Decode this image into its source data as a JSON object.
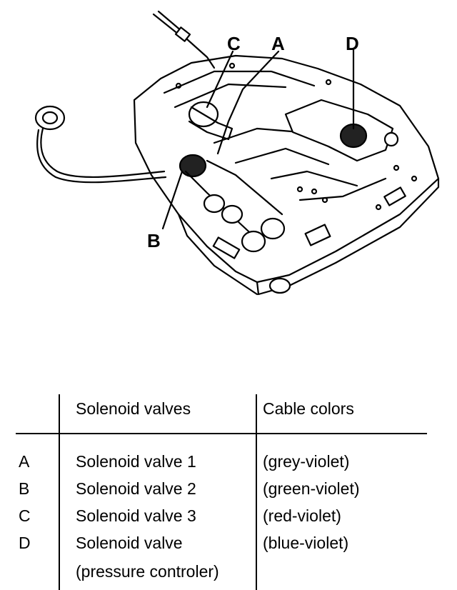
{
  "diagram": {
    "callouts": [
      "A",
      "B",
      "C",
      "D"
    ]
  },
  "table": {
    "headers": {
      "key": "",
      "valve": "Solenoid valves",
      "color": "Cable colors"
    },
    "rows": [
      {
        "key": "A",
        "valve": "Solenoid valve 1",
        "color": "(grey-violet)"
      },
      {
        "key": "B",
        "valve": "Solenoid valve 2",
        "color": "(green-violet)"
      },
      {
        "key": "C",
        "valve": "Solenoid valve 3",
        "color": "(red-violet)"
      },
      {
        "key": "D",
        "valve": "Solenoid valve",
        "valve_2": "(pressure controler)",
        "color": "(blue-violet)"
      }
    ]
  }
}
